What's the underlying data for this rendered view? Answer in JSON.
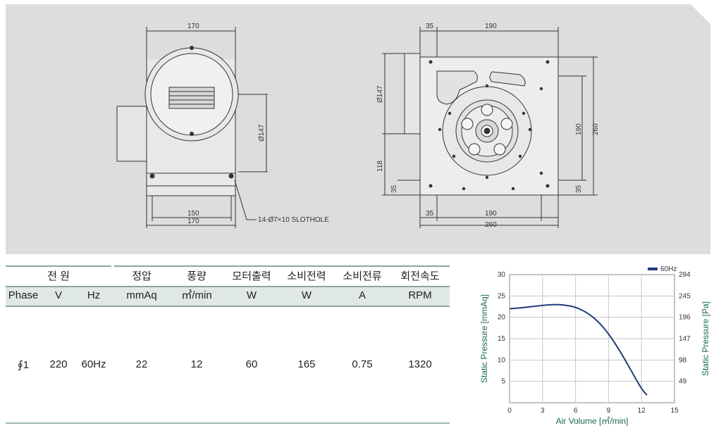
{
  "drawing": {
    "front": {
      "dim_top": "170",
      "dim_right": "Ø147",
      "dim_b1": "150",
      "dim_b2": "170",
      "slot_note": "14-Ø7×10 SLOTHOLE"
    },
    "side": {
      "dim_t1": "35",
      "dim_t2": "190",
      "dim_left1": "Ø147",
      "dim_left2": "118",
      "dim_left3": "35",
      "dim_r1": "190",
      "dim_r2": "260",
      "dim_r3": "35",
      "dim_b1": "35",
      "dim_b2": "190",
      "dim_b3": "260"
    }
  },
  "table": {
    "groups": [
      "전 원",
      "정압",
      "풍량",
      "모터출력",
      "소비전력",
      "소비전류",
      "회전속도"
    ],
    "units": [
      "Phase",
      "V",
      "Hz",
      "mmAq",
      "㎥/min",
      "W",
      "W",
      "A",
      "RPM"
    ],
    "values": [
      "∮1",
      "220",
      "60Hz",
      "22",
      "12",
      "60",
      "165",
      "0.75",
      "1320"
    ]
  },
  "chart_data": {
    "type": "line",
    "title": "",
    "legend": {
      "placement": "top-right"
    },
    "xlabel": "Air Volume [㎥/min]",
    "ylabel": "Static Pressure [mmAq]",
    "y2label": "Static Pressure [Pa]",
    "xlim": [
      0,
      15
    ],
    "ylim": [
      0,
      30
    ],
    "xticks": [
      "0",
      "3",
      "6",
      "9",
      "12",
      "15"
    ],
    "yticks": [
      "5",
      "10",
      "15",
      "20",
      "25",
      "30"
    ],
    "y2ticks": [
      "49",
      "98",
      "147",
      "196",
      "245",
      "294"
    ],
    "grid": true,
    "series": [
      {
        "name": "60Hz",
        "color": "#1f3c7a",
        "x": [
          0,
          1,
          2,
          3,
          4,
          5,
          6,
          7,
          8,
          9,
          10,
          11,
          12,
          12.5
        ],
        "y": [
          22,
          22.2,
          22.5,
          22.8,
          23,
          22.9,
          22.4,
          21.2,
          19.2,
          16.2,
          12.3,
          7.8,
          3.2,
          1.8
        ]
      }
    ]
  }
}
